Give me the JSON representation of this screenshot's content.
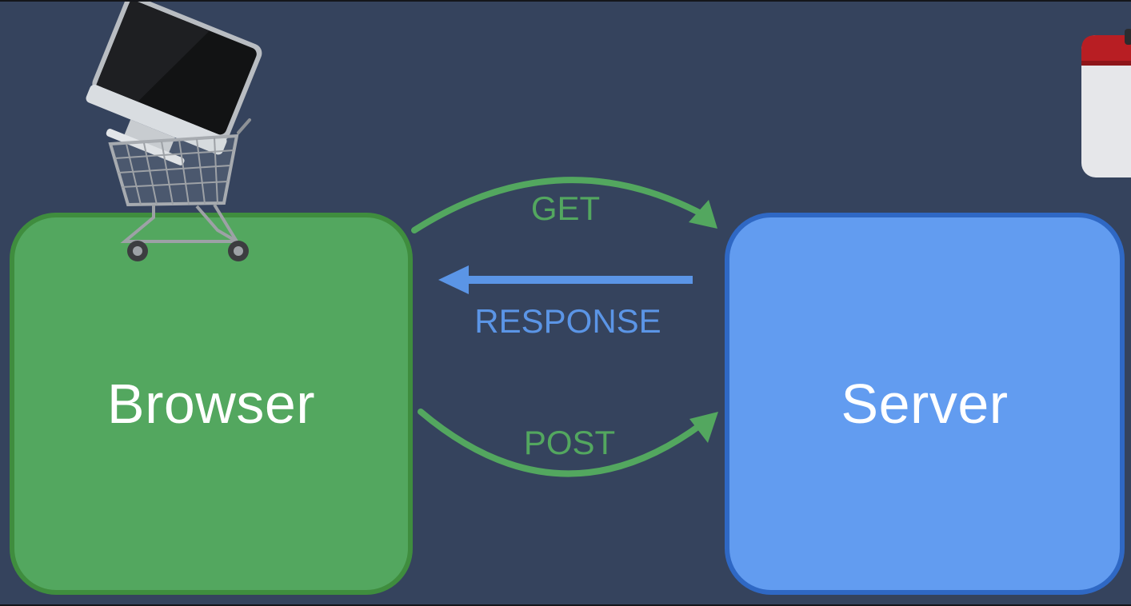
{
  "diagram": {
    "browser": {
      "label": "Browser",
      "fill": "#53a75f",
      "border": "#3f8d3e"
    },
    "server": {
      "label": "Server",
      "fill": "#629cf0",
      "border": "#2f68c4"
    },
    "flows": {
      "get": {
        "label": "GET",
        "color": "#53a75f"
      },
      "response": {
        "label": "RESPONSE",
        "color": "#5b95e6"
      },
      "post": {
        "label": "POST",
        "color": "#53a75f"
      }
    },
    "icons": {
      "browser_decoration": "shopping-cart-with-computer-icon",
      "corner_decoration": "calendar-icon"
    }
  }
}
